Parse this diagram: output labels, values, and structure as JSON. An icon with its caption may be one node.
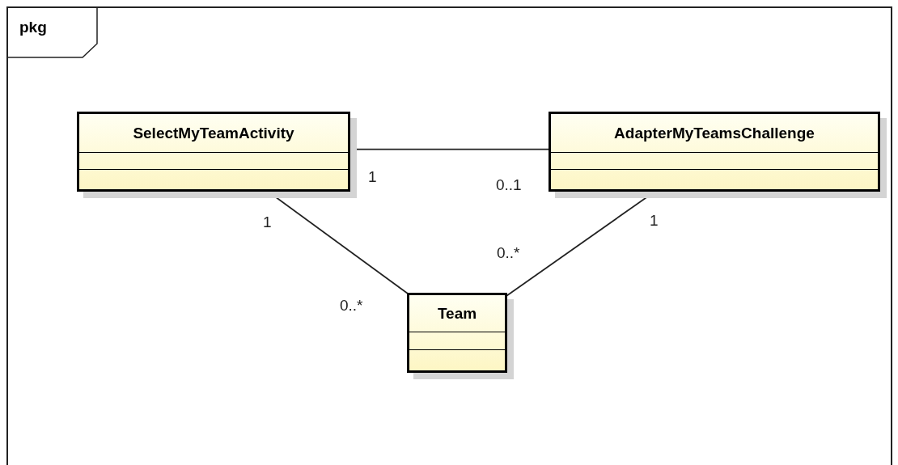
{
  "diagram": {
    "nodes": [
      {
        "text": [
          "pkg"
        ]
      },
      {
        "text": [
          "SelectMyTeamActivity"
        ],
        "in": 0
      },
      {
        "text": [
          "AdapterMyTeamsChallenge"
        ],
        "in": 0
      },
      {
        "text": [
          "Team"
        ],
        "in": 0
      }
    ],
    "edges": [
      {
        "from": 1,
        "to": 2,
        "arrow": "none"
      },
      {
        "from": 1,
        "to": 3,
        "arrow": "none"
      },
      {
        "from": 2,
        "to": 3,
        "arrow": "none"
      }
    ],
    "labels": [
      "1",
      "0..1",
      "1",
      "1",
      "0..*",
      "0..*"
    ]
  }
}
